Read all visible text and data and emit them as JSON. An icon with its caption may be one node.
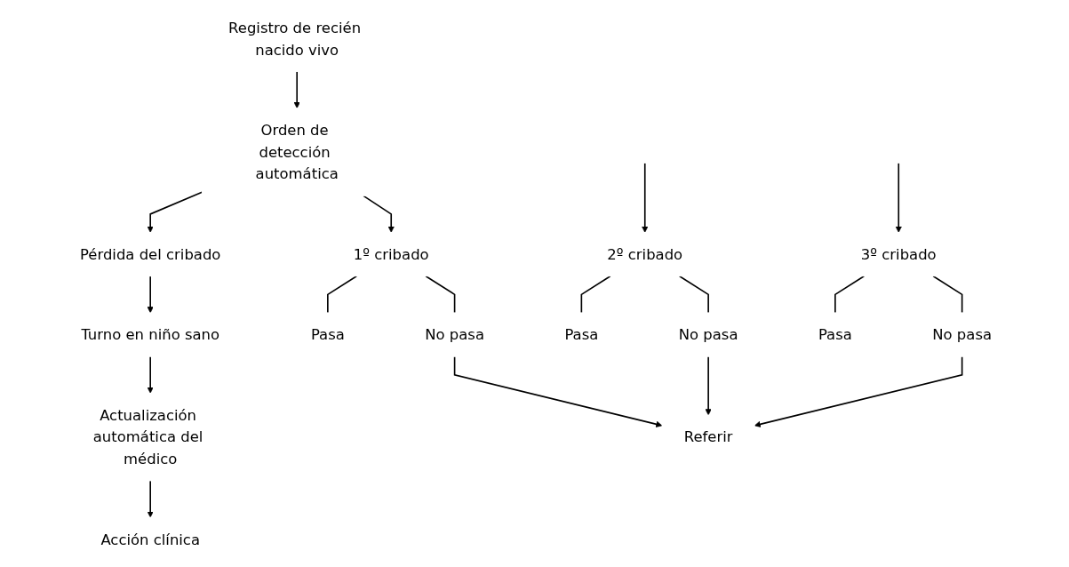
{
  "diagram": {
    "nodes": [
      {
        "text": [
          "Registro de recién nacido vivo"
        ]
      },
      {
        "text": [
          "Orden de detección automática"
        ]
      },
      {
        "text": [
          "1º cribado"
        ]
      },
      {
        "text": [
          "No pasa"
        ]
      },
      {
        "text": [
          "Pasa"
        ]
      },
      {
        "text": [
          "2º cribado"
        ]
      },
      {
        "text": [
          "No pasa"
        ]
      },
      {
        "text": [
          "Pasa"
        ]
      },
      {
        "text": [
          "3º cribado"
        ]
      },
      {
        "text": [
          "No pasa"
        ]
      },
      {
        "text": [
          "Pasa"
        ]
      },
      {
        "text": [
          "Referir"
        ]
      },
      {
        "text": [
          "Pérdida del cribado"
        ]
      },
      {
        "text": [
          "Turno en niño sano"
        ]
      },
      {
        "text": [
          "Actualización automática del médico"
        ]
      },
      {
        "text": [
          "Acción clínica"
        ]
      }
    ],
    "edges": [
      {
        "from": 0,
        "to": 1,
        "arrow": "to"
      },
      {
        "from": 1,
        "to": 2,
        "arrow": "to"
      },
      {
        "from": 1,
        "to": 12,
        "arrow": "to"
      },
      {
        "from": 2,
        "to": 3,
        "arrow": "none"
      },
      {
        "from": 2,
        "to": 4,
        "arrow": "none"
      },
      {
        "from": null,
        "to": 5,
        "arrow": "to"
      },
      {
        "from": 5,
        "to": 6,
        "arrow": "none"
      },
      {
        "from": 5,
        "to": 7,
        "arrow": "none"
      },
      {
        "from": null,
        "to": 8,
        "arrow": "to"
      },
      {
        "from": 8,
        "to": 9,
        "arrow": "none"
      },
      {
        "from": 8,
        "to": 10,
        "arrow": "none"
      },
      {
        "from": 3,
        "to": 11,
        "arrow": "to"
      },
      {
        "from": 6,
        "to": 11,
        "arrow": "to"
      },
      {
        "from": 9,
        "to": 11,
        "arrow": "to"
      },
      {
        "from": 12,
        "to": 13,
        "arrow": "to"
      },
      {
        "from": 13,
        "to": 14,
        "arrow": "to"
      },
      {
        "from": 14,
        "to": 15,
        "arrow": "to"
      }
    ]
  }
}
